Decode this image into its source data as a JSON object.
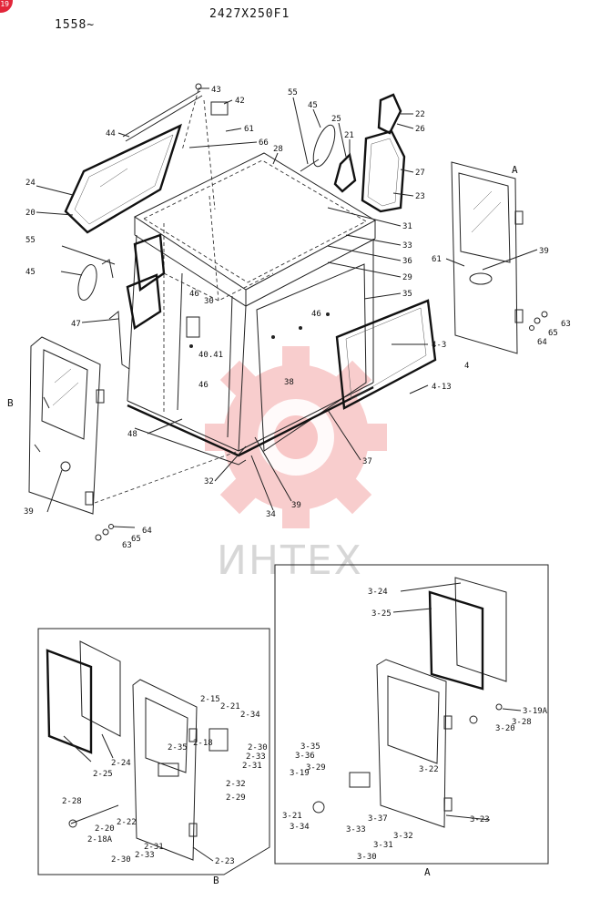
{
  "header": {
    "corner_badge": "19",
    "serial_range": "1558~",
    "part_code": "2427X250F1"
  },
  "watermark": {
    "text": "ИНТЕХ"
  },
  "callouts": {
    "c43": "43",
    "c42": "42",
    "c44": "44",
    "c61a": "61",
    "c66": "66",
    "c55a": "55",
    "c45a": "45",
    "c25": "25",
    "c21": "21",
    "c22": "22",
    "c26": "26",
    "c27": "27",
    "c23": "23",
    "c28": "28",
    "c24": "24",
    "c20": "20",
    "c31": "31",
    "c33": "33",
    "c36": "36",
    "c29": "29",
    "c35": "35",
    "c55b": "55",
    "c45b": "45",
    "c46a": "46",
    "c30": "30",
    "c46b": "46",
    "c47": "47",
    "c4041": "40.41",
    "c38": "38",
    "c46c": "46",
    "c43x": "4-3",
    "c4": "4",
    "c413": "4-13",
    "c37": "37",
    "c48": "48",
    "c32": "32",
    "c39a": "39",
    "c34": "34",
    "cA1": "A",
    "c39b": "39",
    "c61b": "61",
    "c63a": "63",
    "c65a": "65",
    "c64a": "64",
    "cB1": "B",
    "c39c": "39",
    "c64b": "64",
    "c65b": "65",
    "c63b": "63",
    "c324": "3-24",
    "c325": "3-25",
    "c319A": "3-19A",
    "c328": "3-28",
    "c320": "3-20",
    "c335": "3-35",
    "c336": "3-36",
    "c329": "3-29",
    "c319": "3-19",
    "c322": "3-22",
    "c321": "3-21",
    "c334": "3-34",
    "c337": "3-37",
    "c333": "3-33",
    "c332": "3-32",
    "c331": "3-31",
    "c323": "3-23",
    "c330": "3-30",
    "cA2": "A",
    "c215": "2-15",
    "c221": "2-21",
    "c234": "2-34",
    "c235": "2-35",
    "c218": "2-18",
    "c230a": "2-30",
    "c233a": "2-33",
    "c231a": "2-31",
    "c232": "2-32",
    "c229": "2-29",
    "c225": "2-25",
    "c224": "2-24",
    "c228": "2-28",
    "c220": "2-20",
    "c222": "2-22",
    "c218A": "2-18A",
    "c231b": "2-31",
    "c230b": "2-30",
    "c233b": "2-33",
    "c223": "2-23",
    "cB2": "B"
  }
}
